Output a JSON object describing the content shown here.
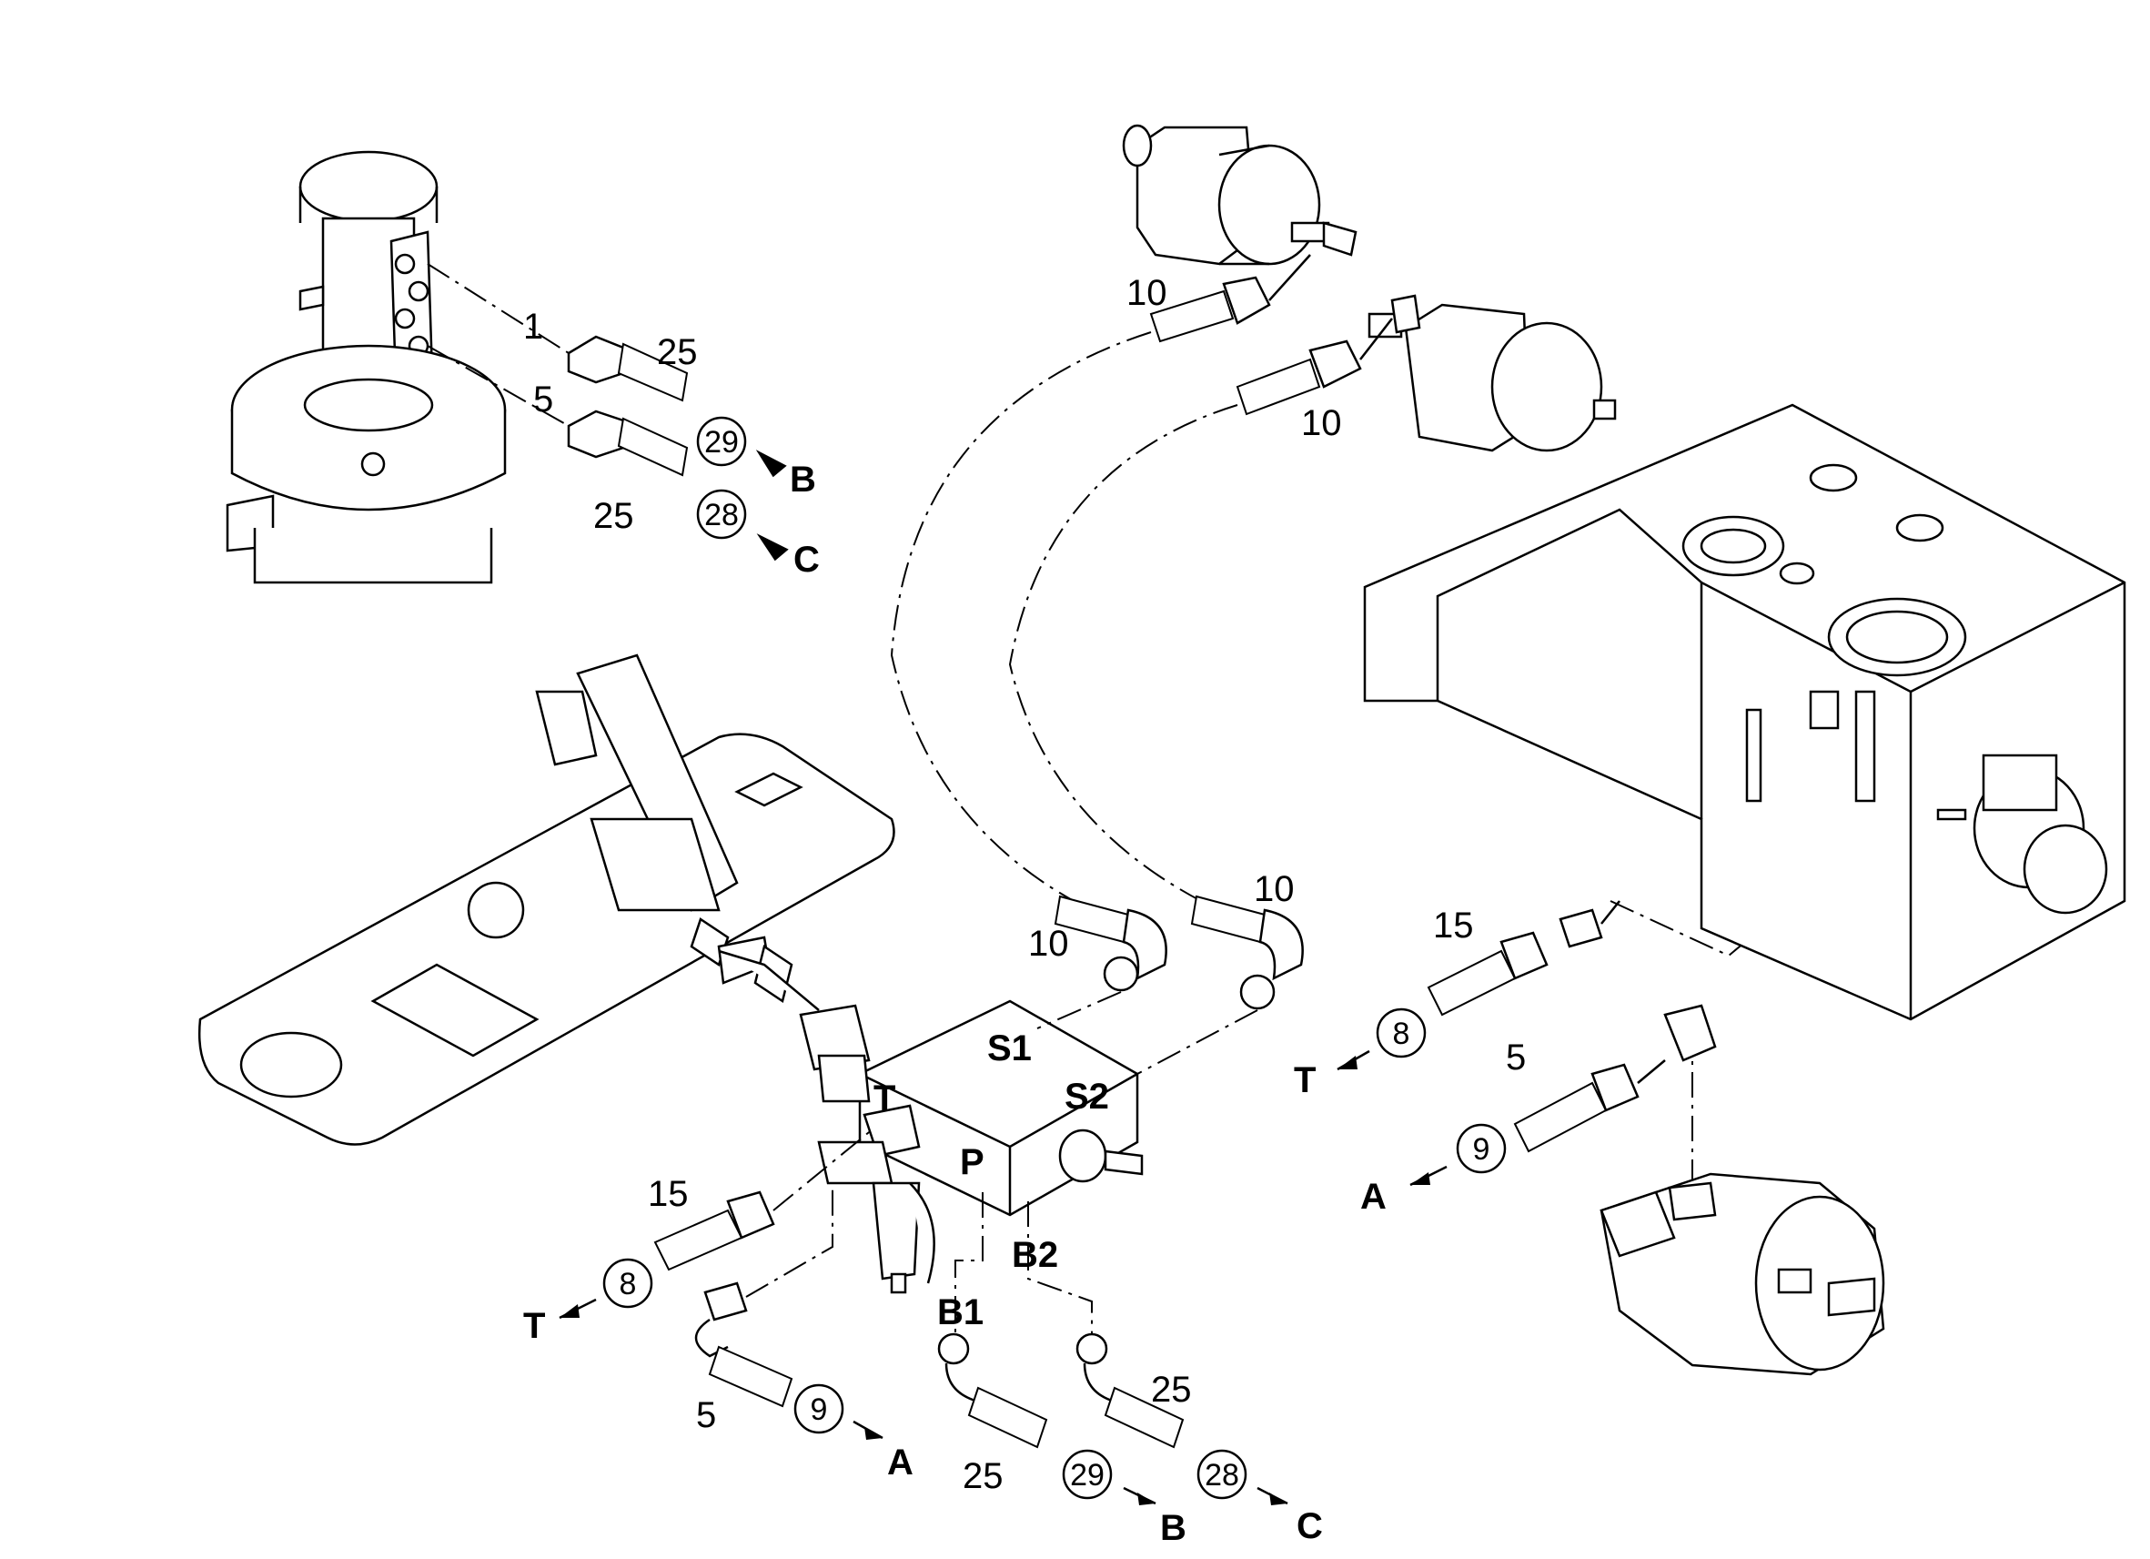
{
  "callouts": {
    "top_left": {
      "n1": "1",
      "n5": "5",
      "n25a": "25",
      "n25b": "25",
      "c29": "29",
      "c28": "28",
      "B": "B",
      "C": "C"
    },
    "motors": {
      "n10a": "10",
      "n10b": "10"
    },
    "valve": {
      "n10c": "10",
      "n10d": "10",
      "S1": "S1",
      "S2": "S2",
      "T": "T",
      "P": "P",
      "B1": "B1",
      "B2": "B2"
    },
    "bottom_left": {
      "n15": "15",
      "c8": "8",
      "T": "T",
      "n5": "5",
      "c9": "9",
      "A": "A"
    },
    "bottom_mid": {
      "n25a": "25",
      "n25b": "25",
      "c29": "29",
      "c28": "28",
      "B": "B",
      "C": "C"
    },
    "right": {
      "n15": "15",
      "c8": "8",
      "T": "T",
      "n5": "5",
      "c9": "9",
      "A": "A"
    }
  }
}
